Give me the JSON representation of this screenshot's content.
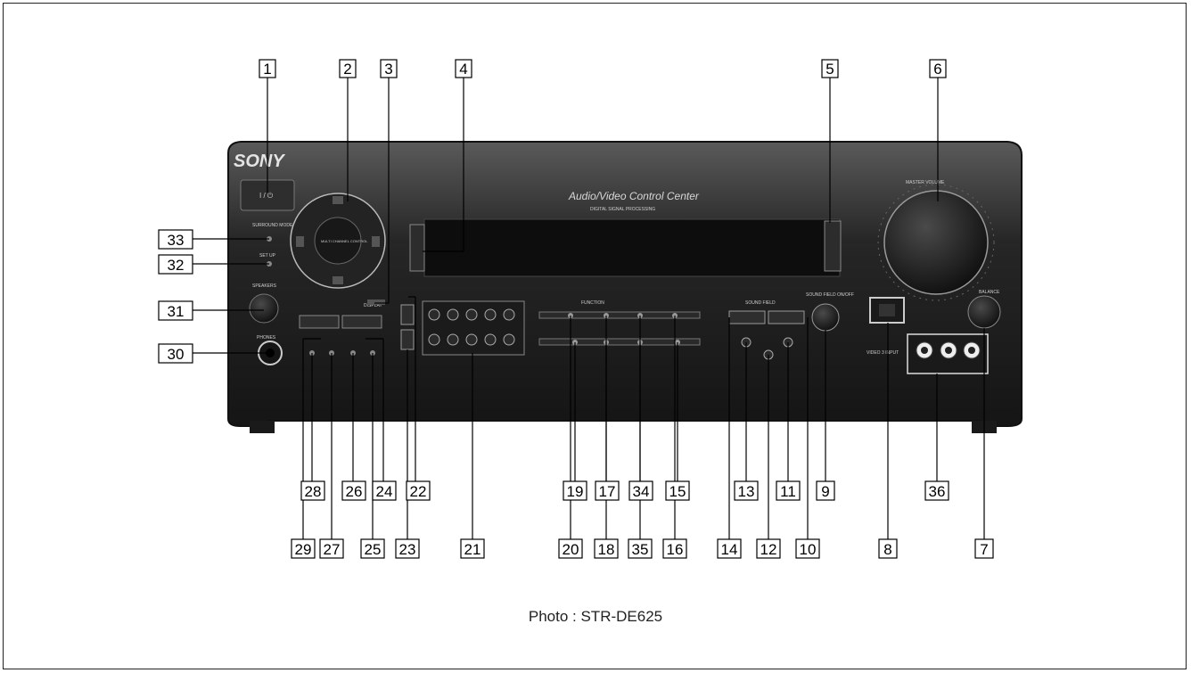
{
  "panel": {
    "brand": "SONY",
    "header_title": "Audio/Video Control Center",
    "header_subtitle": "DIGITAL SIGNAL PROCESSING",
    "power_label": "I / ⏻",
    "joystick_center": "MULTI CHANNEL CONTROL",
    "master_volume_label": "MASTER VOLUME",
    "balance_label": "BALANCE",
    "sound_field_label": "SOUND FIELD",
    "sound_field_onoff": "SOUND FIELD ON/OFF",
    "function_label": "FUNCTION",
    "phones_label": "PHONES",
    "speakers_label": "SPEAKERS",
    "surround_mode_label": "SURROUND MODE",
    "set_up_label": "SET UP",
    "display_label": "DISPLAY",
    "video_input_label": "VIDEO 3 INPUT"
  },
  "callouts": [
    "1",
    "2",
    "3",
    "4",
    "5",
    "6",
    "7",
    "8",
    "9",
    "10",
    "11",
    "12",
    "13",
    "14",
    "15",
    "16",
    "17",
    "18",
    "19",
    "20",
    "21",
    "22",
    "23",
    "24",
    "25",
    "26",
    "27",
    "28",
    "29",
    "30",
    "31",
    "32",
    "33",
    "34",
    "35",
    "36"
  ],
  "caption": "Photo : STR-DE625"
}
